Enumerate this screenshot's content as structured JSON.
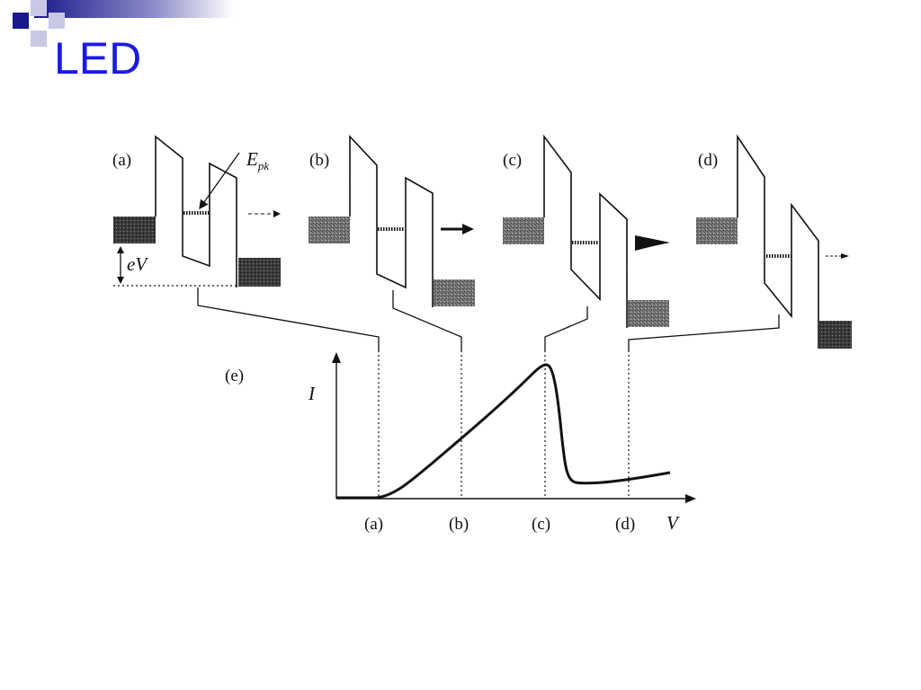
{
  "slide": {
    "title": "LED"
  },
  "colors": {
    "title": "#1a1ae6",
    "deco_dark": "#1a1a8c",
    "deco_mid": "#7f7fc8",
    "deco_light": "#c8c8e6"
  },
  "figure": {
    "panel_labels": [
      "(a)",
      "(b)",
      "(c)",
      "(d)",
      "(e)"
    ],
    "peak_label": {
      "main": "E",
      "sub": "pk"
    },
    "bias_label": "eV",
    "axis": {
      "y": "I",
      "x": "V"
    },
    "tick_labels": [
      "(a)",
      "(b)",
      "(c)",
      "(d)"
    ]
  }
}
